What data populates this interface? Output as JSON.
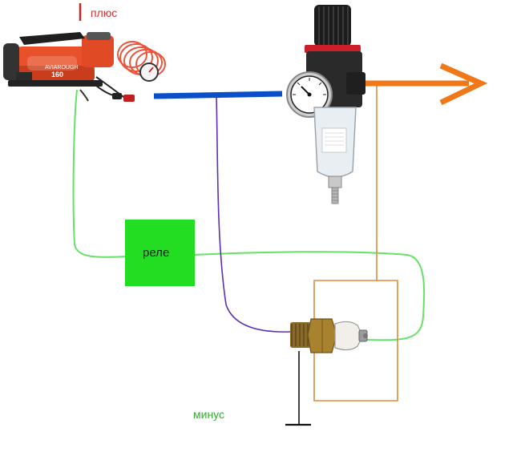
{
  "labels": {
    "plus": "плюс",
    "relay": "реле",
    "minus": "минус"
  },
  "compressor": {
    "brand_text": "AVIAROUGH",
    "model_text": "160"
  },
  "colors": {
    "plus_wire": "#cc2222",
    "plus_label": "#d03030",
    "minus_label": "#33aa33",
    "air_line_blue": "#0b4fc8",
    "air_line_orange": "#f07818",
    "relay_fill": "#22dd22",
    "signal_wire_green": "#66e066",
    "ground_wire_purple": "#5a2db5",
    "switch_wire_orange": "#e08a3a",
    "ground_symbol": "#111111"
  },
  "icons": [
    "air-compressor-icon",
    "filter-regulator-icon",
    "pressure-switch-icon",
    "arrow-right-icon",
    "ground-icon"
  ]
}
